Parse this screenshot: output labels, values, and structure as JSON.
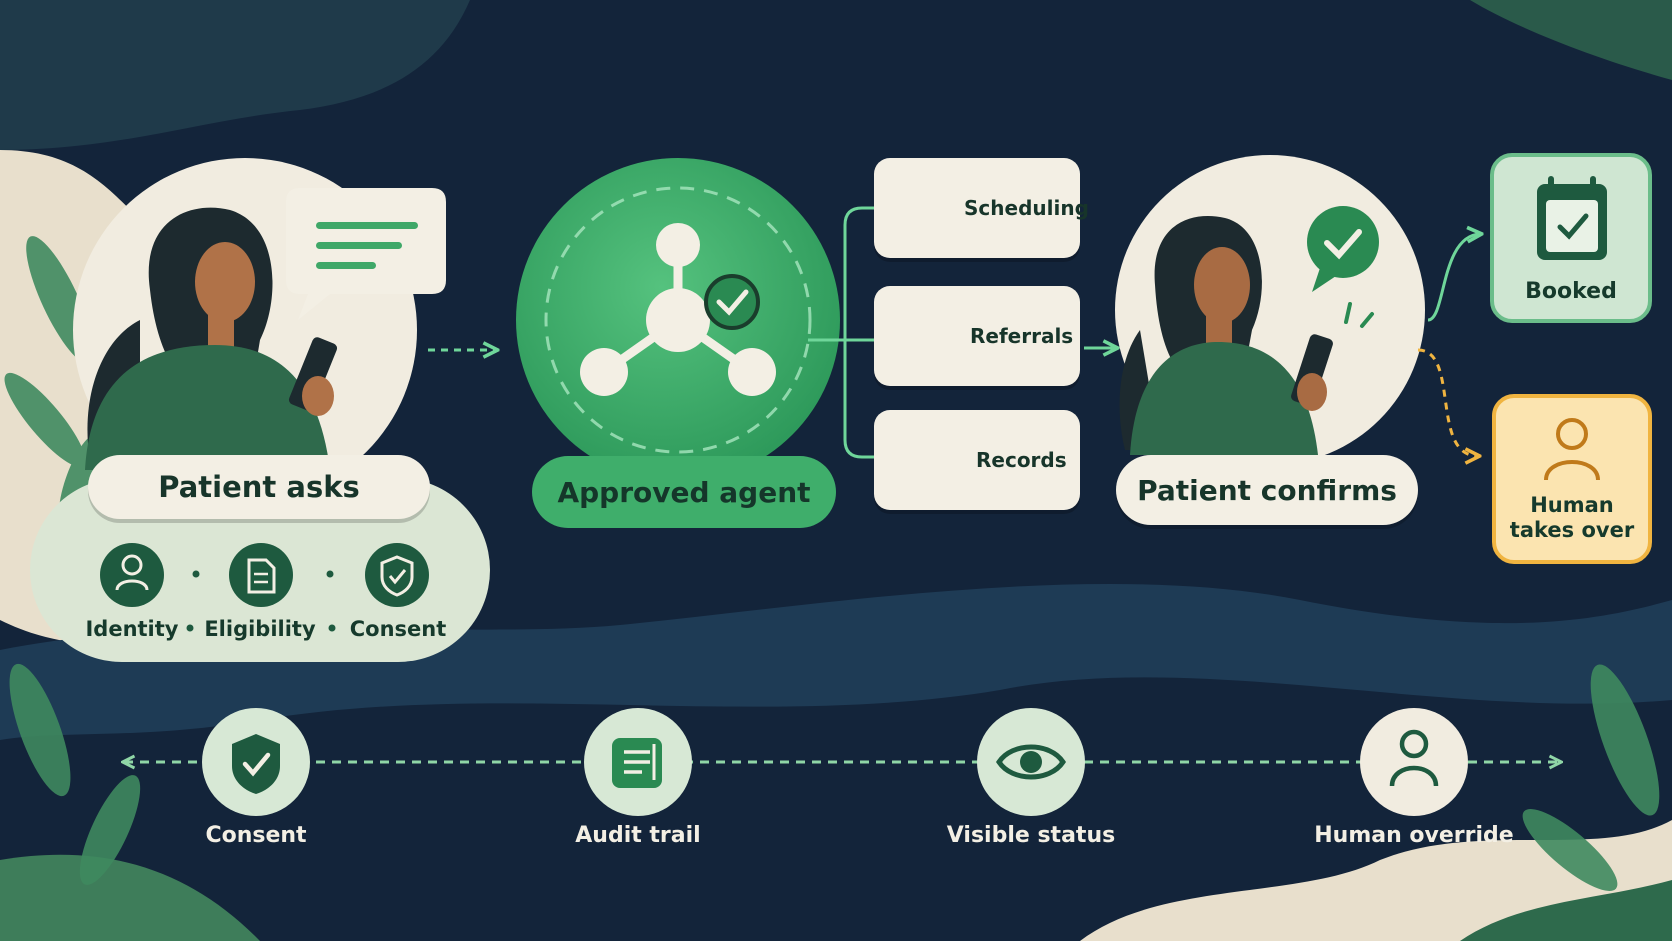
{
  "patient_asks": {
    "label": "Patient asks",
    "checks": [
      "Identity",
      "Eligibility",
      "Consent"
    ]
  },
  "agent": {
    "label": "Approved agent"
  },
  "services": [
    "Scheduling",
    "Referrals",
    "Records"
  ],
  "patient_confirms": {
    "label": "Patient confirms"
  },
  "outcomes": {
    "booked": "Booked",
    "human": "Human\ntakes over"
  },
  "safeguards": [
    "Consent",
    "Audit trail",
    "Visible status",
    "Human override"
  ],
  "colors": {
    "background": "#13243a",
    "accent_green": "#3fa868",
    "dark_green": "#1e5a3f",
    "cream": "#f3efe4",
    "amber": "#f0b440"
  }
}
